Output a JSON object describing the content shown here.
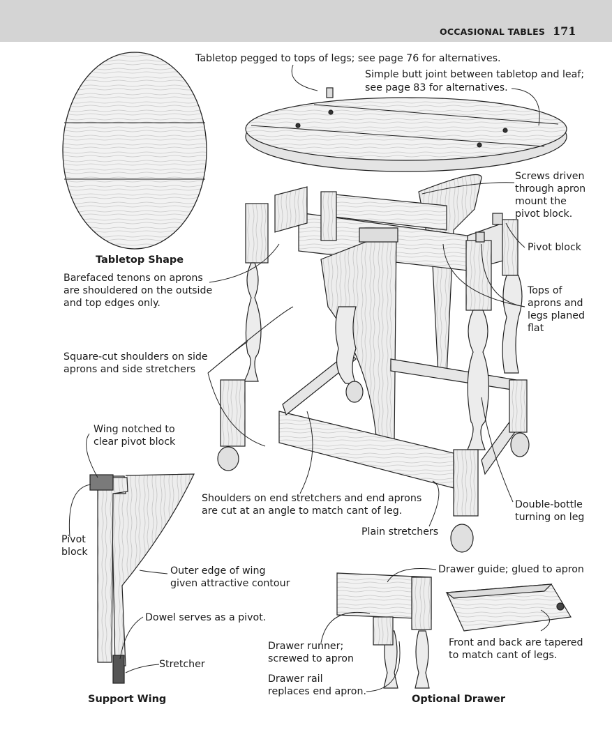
{
  "page": {
    "section_title": "OCCASIONAL TABLES",
    "page_number": "171"
  },
  "captions": {
    "tabletop_shape": "Tabletop Shape",
    "support_wing": "Support Wing",
    "optional_drawer": "Optional Drawer"
  },
  "callouts": {
    "tabletop_pegged": "Tabletop pegged to tops of legs; see page 76 for alternatives.",
    "butt_joint_1": "Simple butt joint between tabletop and leaf;",
    "butt_joint_2": "see page 83 for alternatives.",
    "screws_1": "Screws driven",
    "screws_2": "through apron",
    "screws_3": "mount the",
    "screws_4": "pivot block.",
    "pivot_block": "Pivot block",
    "tops_1": "Tops of",
    "tops_2": "aprons and",
    "tops_3": "legs planed",
    "tops_4": "flat",
    "barefaced_1": "Barefaced tenons on aprons",
    "barefaced_2": "are shouldered on the outside",
    "barefaced_3": "and top edges only.",
    "square_cut_1": "Square-cut shoulders on side",
    "square_cut_2": "aprons and side stretchers",
    "end_shoulders_1": "Shoulders on end stretchers and end aprons",
    "end_shoulders_2": "are cut at an angle to match cant of leg.",
    "plain_stretchers": "Plain stretchers",
    "double_bottle_1": "Double-bottle",
    "double_bottle_2": "turning on leg",
    "wing_notched_1": "Wing notched to",
    "wing_notched_2": "clear pivot block",
    "pivot_block_wing_1": "Pivot",
    "pivot_block_wing_2": "block",
    "outer_edge_1": "Outer edge of wing",
    "outer_edge_2": "given attractive contour",
    "dowel": "Dowel serves as a pivot.",
    "stretcher": "Stretcher",
    "drawer_guide": "Drawer guide; glued to apron",
    "drawer_runner_1": "Drawer runner;",
    "drawer_runner_2": "screwed to apron",
    "drawer_rail_1": "Drawer rail",
    "drawer_rail_2": "replaces end apron.",
    "front_back_1": "Front and back are tapered",
    "front_back_2": "to match cant of legs."
  }
}
